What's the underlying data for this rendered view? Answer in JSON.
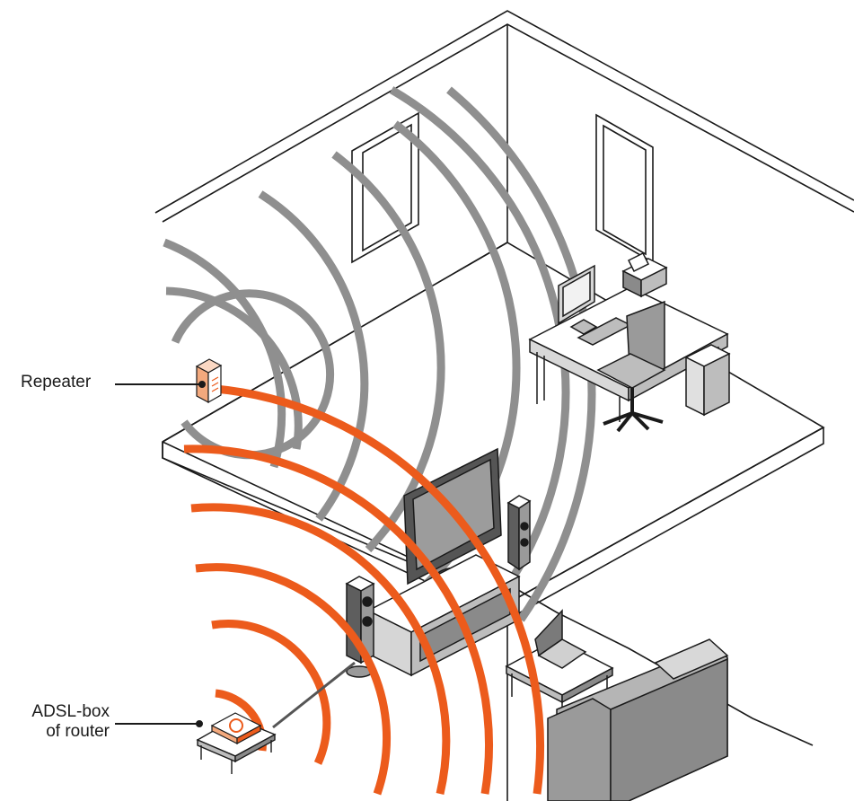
{
  "labels": {
    "repeater": "Repeater",
    "adsl_line1": "ADSL-box",
    "adsl_line2": "of router"
  },
  "colors": {
    "router_signal": "#ec5b1c",
    "repeater_signal": "#8f8f8f",
    "outline": "#1a1a1a",
    "floor_fill": "#ffffff",
    "furniture_fill": "#bdbdbd",
    "furniture_dark": "#8a8a8a"
  },
  "icons": [
    "repeater-icon",
    "router-icon",
    "desktop-computer-icon",
    "printer-icon",
    "office-chair-icon",
    "tv-icon",
    "speaker-icon",
    "laptop-icon",
    "sofa-icon"
  ]
}
